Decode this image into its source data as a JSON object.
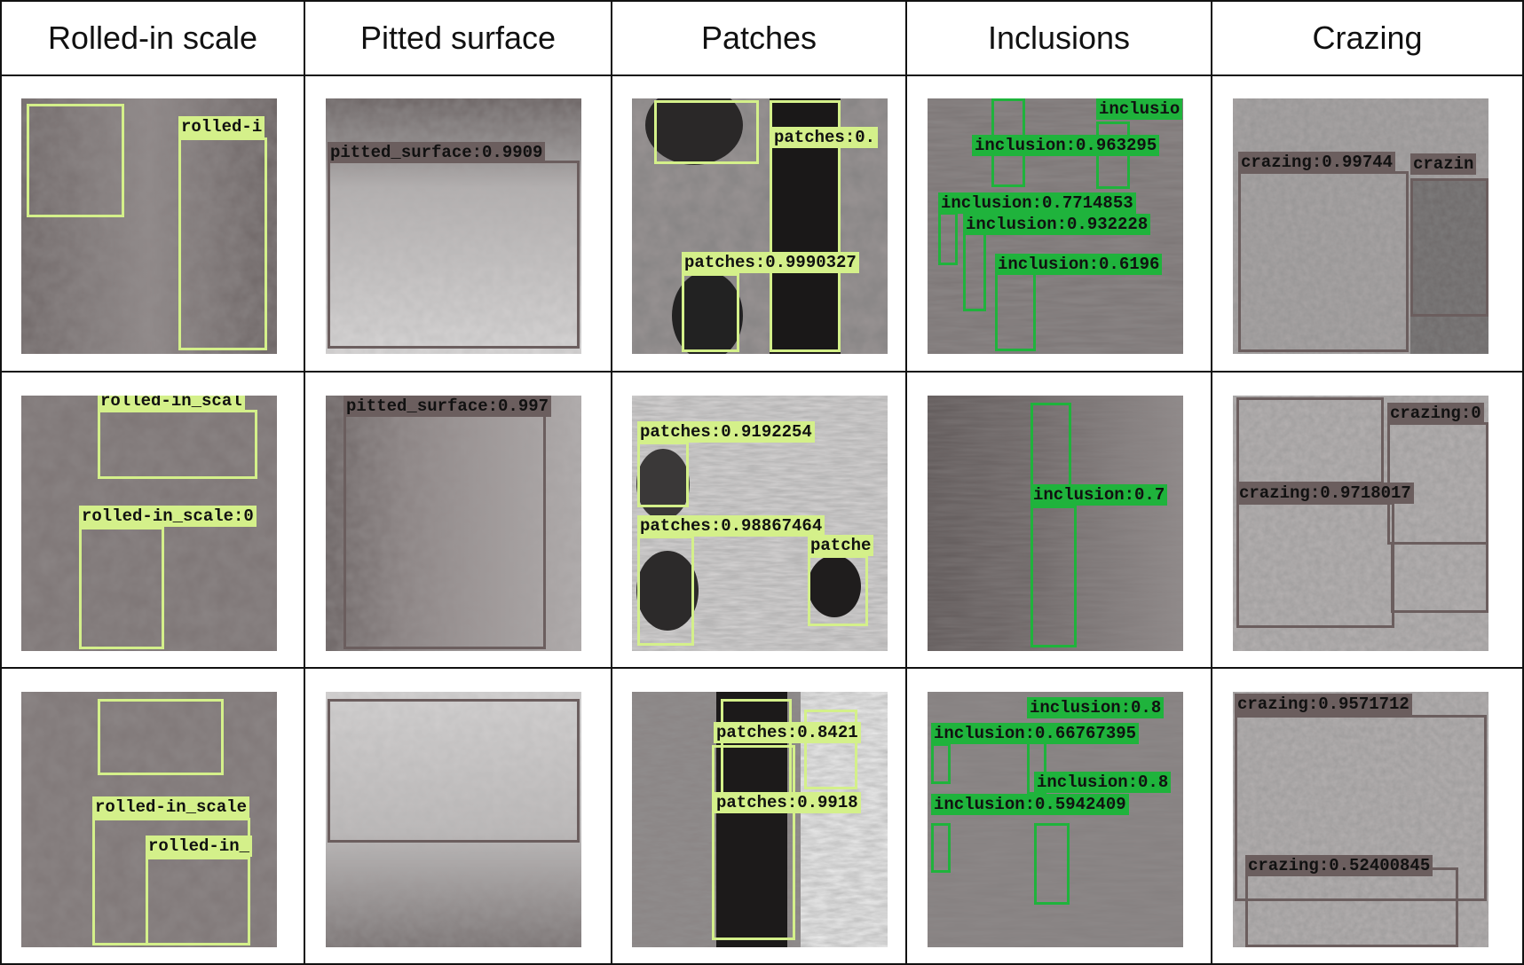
{
  "headers": [
    "Rolled-in scale",
    "Pitted surface",
    "Patches",
    "Inclusions",
    "Crazing"
  ],
  "box_colors": {
    "rolled_in_scale": "#d4f08a",
    "pitted_surface": "#6b5e5e",
    "patches": "#d4f08a",
    "inclusion": "#1fb33c",
    "crazing": "#6b5e5e"
  },
  "detections": [
    [
      {
        "class": "rolled_in_scale",
        "texture": "rolled",
        "labels": [
          "rolled-i"
        ]
      },
      {
        "class": "pitted_surface",
        "texture": "pitted-light",
        "labels": [
          "pitted_surface:0.9909"
        ]
      },
      {
        "class": "patches",
        "texture": "patches-dark",
        "labels": [
          "patches:0.",
          "patches:0.9990327"
        ]
      },
      {
        "class": "inclusion",
        "texture": "inclusion",
        "labels": [
          "inclusio",
          "inclusion:0.963295",
          "inclusion:0.7714853",
          "inclusion:0.932228",
          "inclusion:0.6196"
        ]
      },
      {
        "class": "crazing",
        "texture": "crazing",
        "labels": [
          "crazing:0.99744",
          "crazin"
        ]
      }
    ],
    [
      {
        "class": "rolled_in_scale",
        "texture": "rolled",
        "labels": [
          "rolled-in_scal",
          "rolled-in_scale:0"
        ]
      },
      {
        "class": "pitted_surface",
        "texture": "pitted-dark",
        "labels": [
          "pitted_surface:0.997"
        ]
      },
      {
        "class": "patches",
        "texture": "patches-light",
        "labels": [
          "patches:0.9192254",
          "patches:0.98867464",
          "patche"
        ]
      },
      {
        "class": "inclusion",
        "texture": "inclusion-dark",
        "labels": [
          "inclusion:0.7"
        ]
      },
      {
        "class": "crazing",
        "texture": "crazing",
        "labels": [
          "crazing:0",
          "crazing:0.9718017"
        ]
      }
    ],
    [
      {
        "class": "rolled_in_scale",
        "texture": "rolled",
        "labels": [
          "rolled-in_scale",
          "rolled-in_"
        ]
      },
      {
        "class": "pitted_surface",
        "texture": "pitted-light",
        "labels": []
      },
      {
        "class": "patches",
        "texture": "patches-mixed",
        "labels": [
          "patches:0.8421",
          "patches:0.9918"
        ]
      },
      {
        "class": "inclusion",
        "texture": "inclusion",
        "labels": [
          "inclusion:0.8",
          "inclusion:0.66767395",
          "inclusion:0.8",
          "inclusion:0.5942409"
        ]
      },
      {
        "class": "crazing",
        "texture": "crazing",
        "labels": [
          "crazing:0.9571712",
          "crazing:0.52400845"
        ]
      }
    ]
  ]
}
